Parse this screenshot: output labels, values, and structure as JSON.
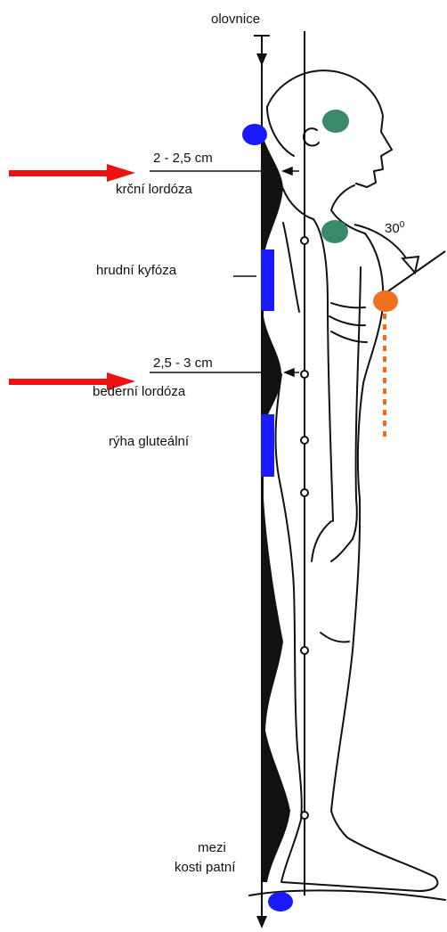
{
  "labels": {
    "plumb_line": "olovnice",
    "cervical_distance": "2 - 2,5 cm",
    "cervical_lordosis": "krční lordóza",
    "thoracic_kyphosis": "hrudní kyfóza",
    "lumbar_distance": "2,5 - 3 cm",
    "lumbar_lordosis": "bederní lordóza",
    "gluteal_fold": "rýha gluteální",
    "heel_line_1": "mezi",
    "heel_line_2": "kosti patní",
    "angle_value": "30",
    "angle_unit": "0"
  },
  "colors": {
    "arrow": "#ee1111",
    "marker_blue": "#1a1aff",
    "marker_green": "#3a8a6a",
    "marker_orange": "#f07020",
    "line": "#111111"
  }
}
